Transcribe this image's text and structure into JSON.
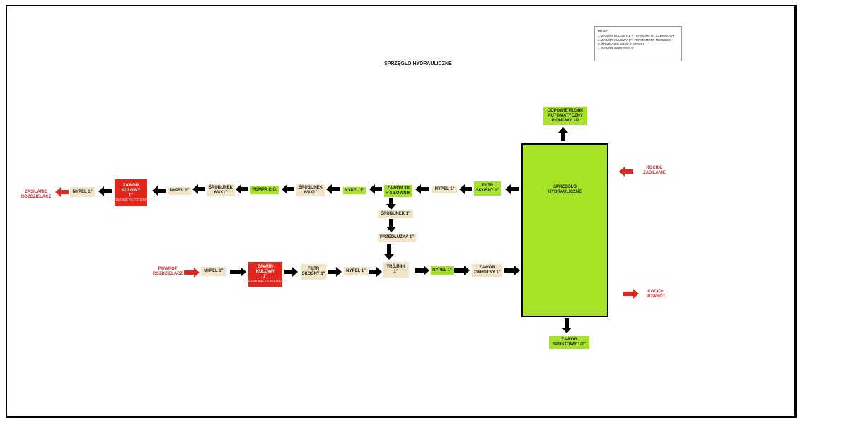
{
  "title": "SPRZĘGŁO HYDRAULICZNE",
  "legend": {
    "heading": "BRAKI:",
    "items": [
      "1. ZAWÓR KULOWY 1\"+ TERMOMETR CZERWONY",
      "2. ZAWÓR KULOWY 1\"+ TERMOMETR NIEBIESKI",
      "3. ŚRUBUNEK 6/4x1\"   2 SZTUKI",
      "4. ZAWÓR ZWROTNY 1\""
    ]
  },
  "coupler": {
    "line1": "SPRZĘGŁO",
    "line2": "HYDRAULICZNE"
  },
  "vent": {
    "line1": "ODPOWIETRZNIK",
    "line2": "AUTOMATYCZNY",
    "line3": "PIONOWY 1/2"
  },
  "drain": {
    "line1": "ZAWÓR",
    "line2": "SPUSTOWY 1/2\""
  },
  "boiler_supply": {
    "line1": "KOCIOŁ",
    "line2": "ZASILANIE"
  },
  "boiler_return": {
    "line1": "KOCIOŁ",
    "line2": "POWRÓT"
  },
  "manifold_supply": {
    "line1": "ZASILANIE",
    "line2": "ROZDZIELACZ"
  },
  "manifold_return": {
    "line1": "POWRÓT",
    "line2": "ROZDZIELACZ"
  },
  "supply_line": {
    "filter": {
      "line1": "FILTR",
      "line2": "SKOŚNY 1\""
    },
    "nipple_a": "NYPEL 1\"",
    "valve3d": {
      "line1": "ZAWÓR 3D",
      "line2": "+ SIŁOWNIK"
    },
    "nipple_b": "NYPEL 1\"",
    "union_a": {
      "line1": "ŚRUBUNEK",
      "line2": "6/4X1\""
    },
    "pump": "POMPA C.O.",
    "union_b": {
      "line1": "ŚRUBUNEK",
      "line2": "6/4X1\""
    },
    "nipple_c": "NYPEL 1\"",
    "ball_valve": {
      "line1": "ZAWÓR",
      "line2": "KULOWY",
      "line3": "1\"",
      "line4": "+ TERMOMETR CZERWONY"
    },
    "nipple_d": "NYPEL 1\""
  },
  "bypass": {
    "union": "ŚRUBUNEK 1\"",
    "extension": "PRZEDŁUŻKA 1\""
  },
  "return_line": {
    "nipple_a": "NYPEL 1\"",
    "ball_valve": {
      "line1": "ZAWÓR",
      "line2": "KULOWY",
      "line3": "1\"",
      "line4": "+ TERMOMETR NIEBIESKI"
    },
    "filter": {
      "line1": "FILTR",
      "line2": "SKOŚNY 1\""
    },
    "nipple_b": "NYPEL 1\"",
    "tee": {
      "line1": "TRÓJNIK",
      "line2": "1\""
    },
    "nipple_c": "NYPEL 1\"",
    "check_valve": {
      "line1": "ZAWÓR",
      "line2": "ZWROTNY 1\""
    }
  },
  "colors": {
    "green": "#a6e327",
    "beige": "#f0e6c7",
    "red": "#e1271c",
    "arrow": "#000000",
    "red_arrow": "#e1271c"
  }
}
